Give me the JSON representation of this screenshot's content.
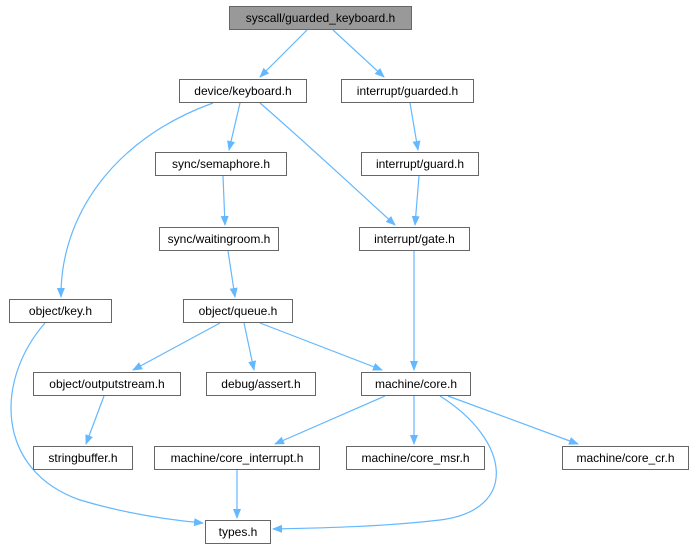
{
  "diagram": {
    "edge_color": "#63b8ff",
    "root_color": "#999999",
    "nodes": {
      "n0": "syscall/guarded_keyboard.h",
      "n1": "device/keyboard.h",
      "n2": "interrupt/guarded.h",
      "n3": "sync/semaphore.h",
      "n4": "interrupt/guard.h",
      "n5": "sync/waitingroom.h",
      "n6": "interrupt/gate.h",
      "n7": "object/key.h",
      "n8": "object/queue.h",
      "n9": "object/outputstream.h",
      "n10": "debug/assert.h",
      "n11": "machine/core.h",
      "n12": "stringbuffer.h",
      "n13": "machine/core_interrupt.h",
      "n14": "machine/core_msr.h",
      "n15": "machine/core_cr.h",
      "n16": "types.h"
    },
    "edges": [
      [
        "n0",
        "n1"
      ],
      [
        "n0",
        "n2"
      ],
      [
        "n1",
        "n3"
      ],
      [
        "n1",
        "n6"
      ],
      [
        "n1",
        "n7"
      ],
      [
        "n2",
        "n4"
      ],
      [
        "n4",
        "n6"
      ],
      [
        "n3",
        "n5"
      ],
      [
        "n5",
        "n8"
      ],
      [
        "n6",
        "n11"
      ],
      [
        "n7",
        "n16"
      ],
      [
        "n8",
        "n9"
      ],
      [
        "n8",
        "n10"
      ],
      [
        "n8",
        "n11"
      ],
      [
        "n9",
        "n12"
      ],
      [
        "n11",
        "n13"
      ],
      [
        "n11",
        "n14"
      ],
      [
        "n11",
        "n15"
      ],
      [
        "n11",
        "n16"
      ],
      [
        "n13",
        "n16"
      ]
    ]
  }
}
